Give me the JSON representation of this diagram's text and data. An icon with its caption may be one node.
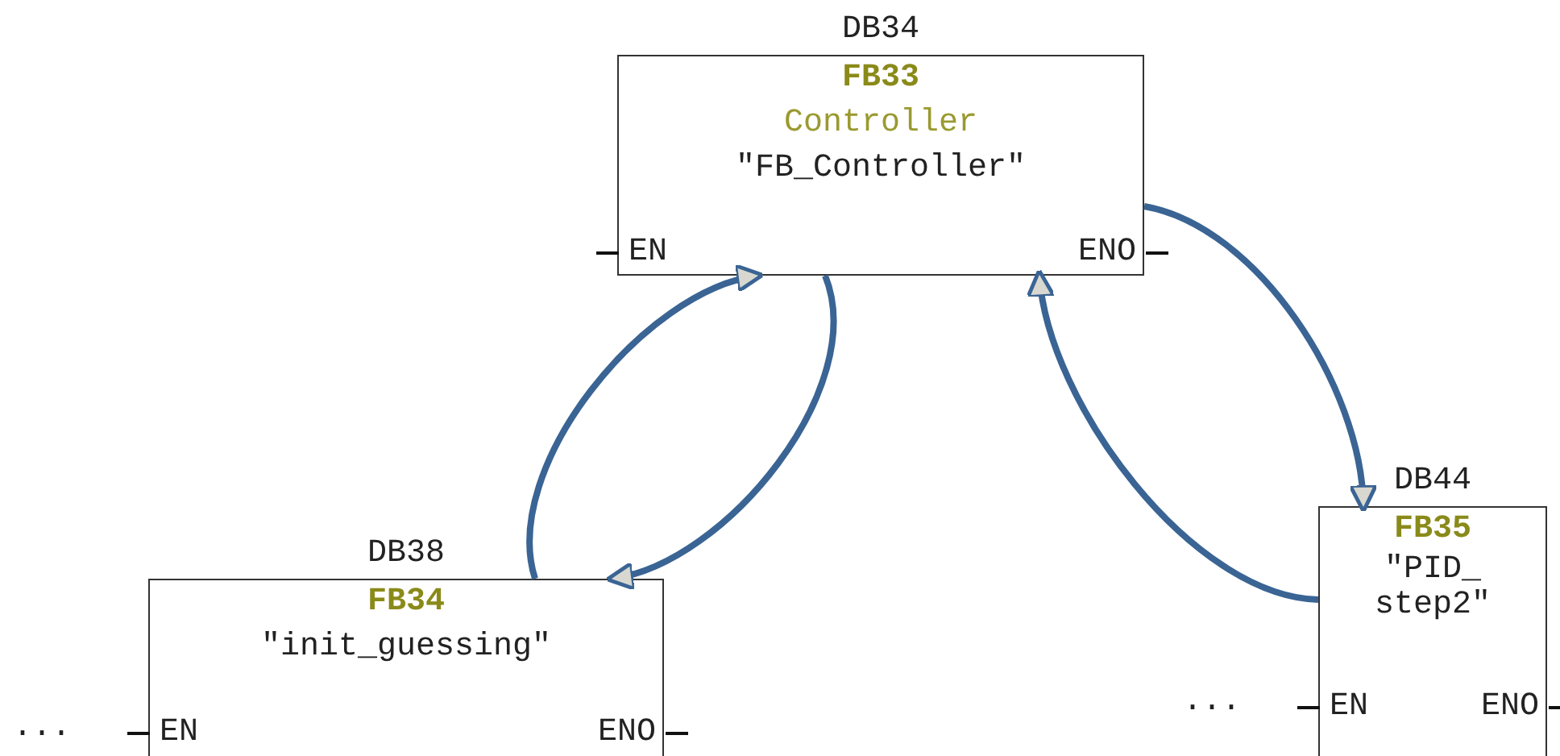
{
  "diagram": {
    "nodes": [
      {
        "text": [
          "DB34",
          "FB33",
          "Controller",
          "\"FB_Controller\"",
          "EN",
          "ENO"
        ]
      },
      {
        "text": [
          "DB38",
          "FB34",
          "\"init_guessing\"",
          "EN",
          "ENO"
        ]
      },
      {
        "text": [
          "DB44",
          "FB35",
          "\"PID_ step2\"",
          "EN",
          "ENO"
        ]
      }
    ],
    "edges": [
      {
        "from": 0,
        "to": 1,
        "arrow": "to"
      },
      {
        "from": 1,
        "to": 0,
        "arrow": "to"
      },
      {
        "from": 0,
        "to": 2,
        "arrow": "to"
      },
      {
        "from": 2,
        "to": 0,
        "arrow": "to"
      }
    ],
    "labels": [
      "...",
      "..."
    ]
  }
}
